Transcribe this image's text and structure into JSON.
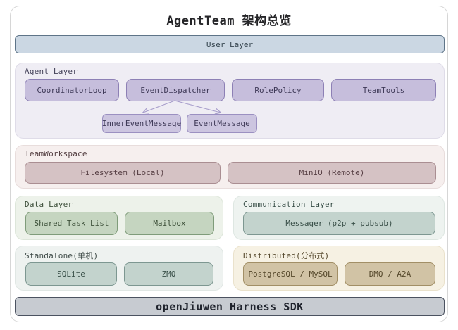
{
  "title": "AgentTeam 架构总览",
  "layers": {
    "user": {
      "label": "User Layer"
    },
    "agent": {
      "label": "Agent Layer",
      "boxes": [
        "CoordinatorLoop",
        "EventDispatcher",
        "RolePolicy",
        "TeamTools"
      ],
      "messages": [
        "InnerEventMessage",
        "EventMessage"
      ],
      "edges": [
        {
          "from": "EventDispatcher",
          "to": "InnerEventMessage"
        },
        {
          "from": "EventDispatcher",
          "to": "EventMessage"
        }
      ]
    },
    "workspace": {
      "label": "TeamWorkspace",
      "boxes": [
        "Filesystem (Local)",
        "MinIO (Remote)"
      ]
    },
    "data": {
      "label": "Data Layer",
      "boxes": [
        "Shared Task List",
        "Mailbox"
      ]
    },
    "communication": {
      "label": "Communication Layer",
      "boxes": [
        "Messager (p2p + pubsub)"
      ]
    },
    "standalone": {
      "label": "Standalone(单机)",
      "boxes": [
        "SQLite",
        "ZMQ"
      ]
    },
    "distributed": {
      "label": "Distributed(分布式)",
      "boxes": [
        "PostgreSQL / MySQL",
        "DMQ / A2A"
      ]
    },
    "sdk": {
      "label": "openJiuwen Harness SDK"
    }
  },
  "colors": {
    "user_fill": "#cbd7e3",
    "user_border": "#5e7488",
    "agent_fill": "#efedf4",
    "agent_node": "#c6bedc",
    "agent_node_border": "#8d80b5",
    "workspace_fill": "#f6efee",
    "workspace_node": "#d5c2c4",
    "workspace_node_border": "#aa8e92",
    "data_fill": "#edf2ea",
    "data_node": "#c5d5c0",
    "data_node_border": "#7f9c7a",
    "comm_fill": "#eef3f0",
    "comm_node": "#c3d3cd",
    "comm_node_border": "#7d9791",
    "distributed_fill": "#f6f1e3",
    "distributed_node": "#d1c3a5",
    "distributed_node_border": "#a28f66",
    "sdk_fill": "#c7cbd1",
    "sdk_border": "#4b5260",
    "arrow": "#a79dcb"
  }
}
